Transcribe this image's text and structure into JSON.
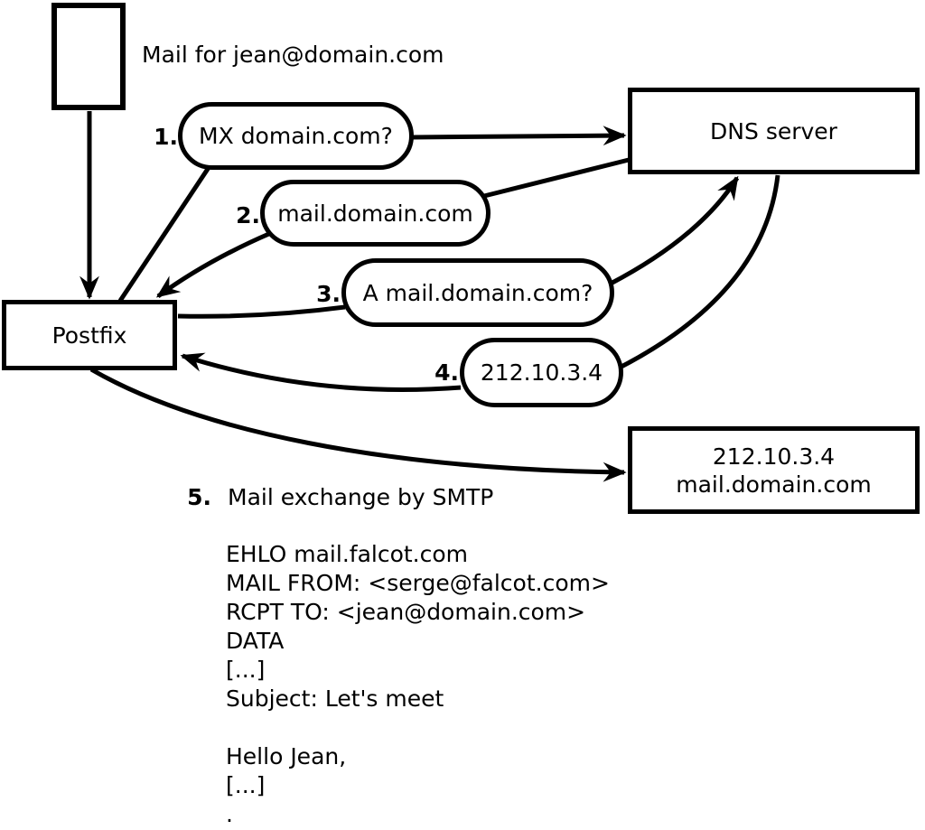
{
  "colors": {
    "ink": "#000000",
    "background": "#ffffff"
  },
  "title": "Mail for jean@domain.com",
  "nodes": {
    "postfix": "Postfix",
    "dns": "DNS server",
    "mailserver": {
      "line1": "212.10.3.4",
      "line2": "mail.domain.com"
    }
  },
  "steps": [
    {
      "num": "1.",
      "label": "MX domain.com?"
    },
    {
      "num": "2.",
      "label": "mail.domain.com"
    },
    {
      "num": "3.",
      "label": "A mail.domain.com?"
    },
    {
      "num": "4.",
      "label": "212.10.3.4"
    },
    {
      "num": "5.",
      "label": "Mail exchange by SMTP"
    }
  ],
  "smtp": {
    "lines": [
      "EHLO mail.falcot.com",
      "MAIL FROM: <serge@falcot.com>",
      "RCPT TO: <jean@domain.com>",
      "DATA",
      "[...]",
      "Subject: Let's meet",
      "",
      "Hello Jean,",
      "[...]",
      "."
    ]
  }
}
